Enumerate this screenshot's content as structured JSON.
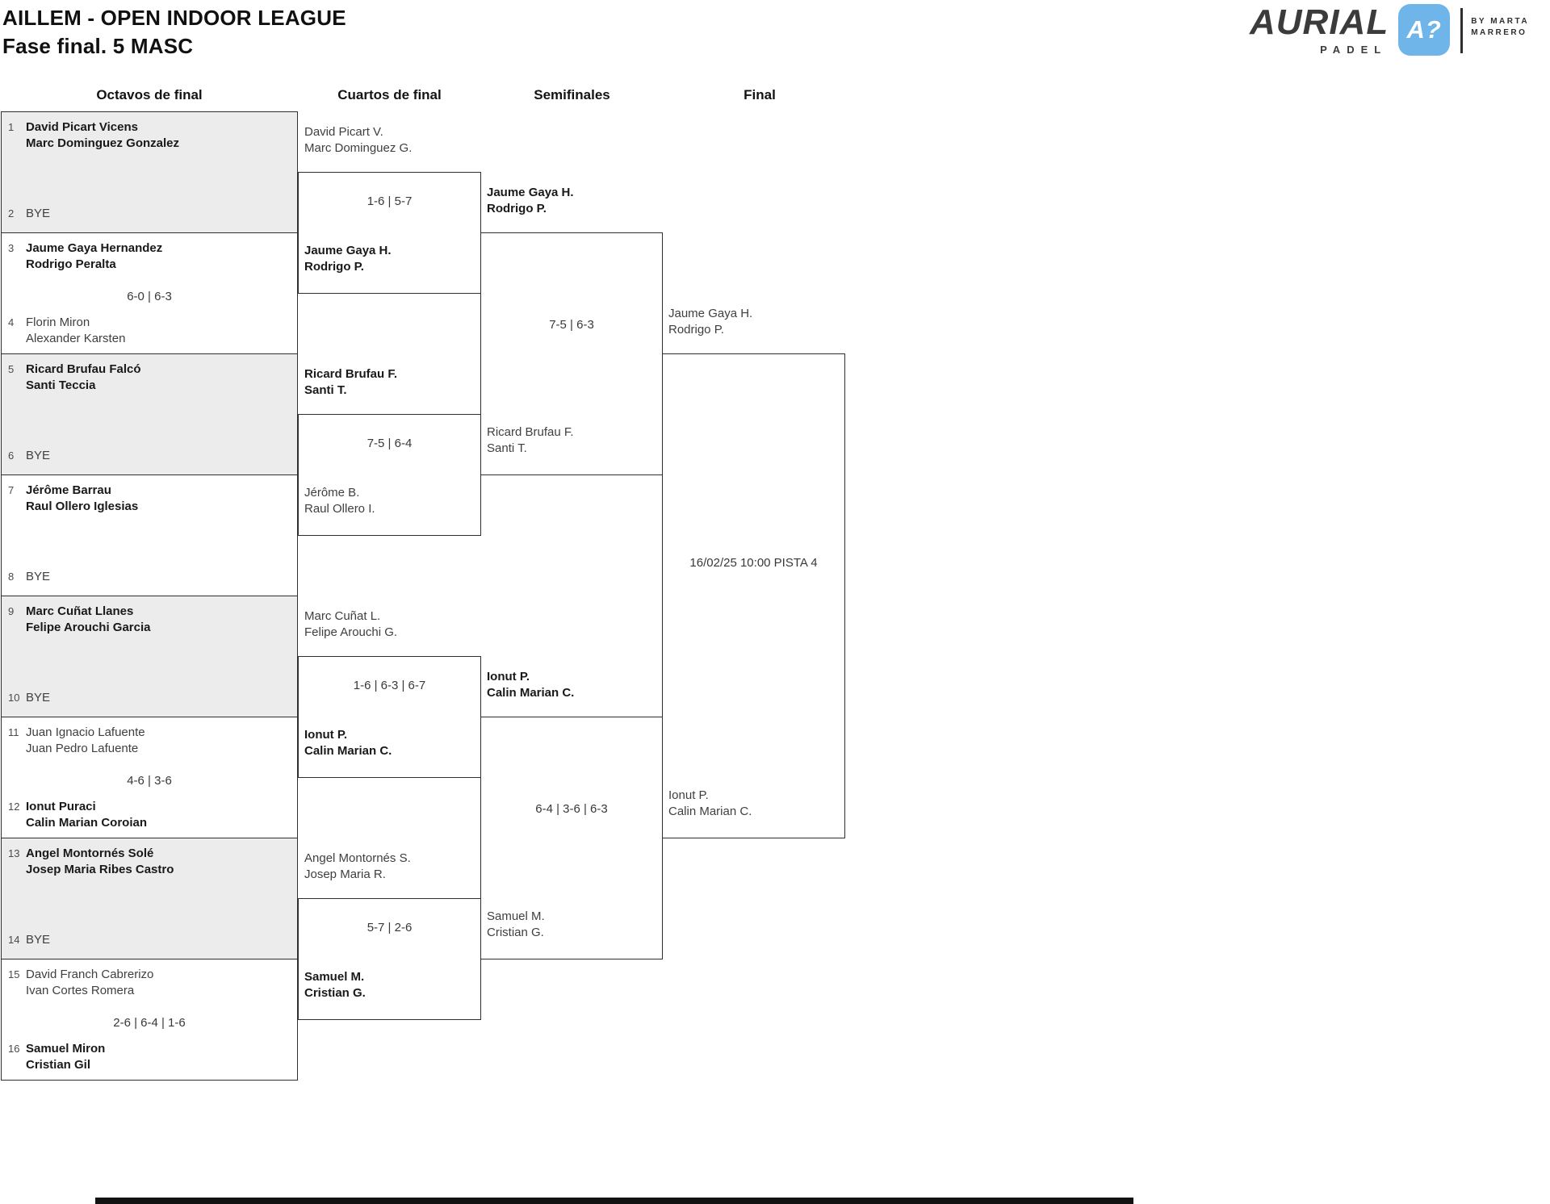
{
  "page": {
    "title": "AILLEM - OPEN INDOOR LEAGUE",
    "subtitle": "Fase final. 5 MASC"
  },
  "logo": {
    "brand": "AURIAL",
    "product": "PADEL",
    "monogram": "A?",
    "byline_top": "BY MARTA",
    "byline_bottom": "MARRERO",
    "accent": "#6FB5EA"
  },
  "round_headers": [
    "Octavos de final",
    "Cuartos de final",
    "Semifinales",
    "Final"
  ],
  "r16": [
    {
      "s1": "1",
      "t1a": "David Picart Vicens",
      "t1b": "Marc Dominguez Gonzalez",
      "s2": "2",
      "t2a": "BYE",
      "winner": "top"
    },
    {
      "s1": "3",
      "t1a": "Jaume Gaya Hernandez",
      "t1b": "Rodrigo Peralta",
      "score": "6-0 | 6-3",
      "s2": "4",
      "t2a": "Florin Miron",
      "t2b": "Alexander Karsten",
      "winner": "top"
    },
    {
      "s1": "5",
      "t1a": "Ricard Brufau Falcó",
      "t1b": "Santi Teccia",
      "s2": "6",
      "t2a": "BYE",
      "winner": "top"
    },
    {
      "s1": "7",
      "t1a": "Jérôme Barrau",
      "t1b": "Raul Ollero Iglesias",
      "s2": "8",
      "t2a": "BYE",
      "winner": "top"
    },
    {
      "s1": "9",
      "t1a": "Marc Cuñat Llanes",
      "t1b": "Felipe Arouchi Garcia",
      "s2": "10",
      "t2a": "BYE",
      "winner": "top"
    },
    {
      "s1": "11",
      "t1a": "Juan Ignacio Lafuente",
      "t1b": "Juan Pedro Lafuente",
      "score": "4-6 | 3-6",
      "s2": "12",
      "t2a": "Ionut Puraci",
      "t2b": "Calin Marian Coroian",
      "winner": "bottom"
    },
    {
      "s1": "13",
      "t1a": "Angel Montornés Solé",
      "t1b": "Josep Maria Ribes Castro",
      "s2": "14",
      "t2a": "BYE",
      "winner": "top"
    },
    {
      "s1": "15",
      "t1a": "David Franch Cabrerizo",
      "t1b": "Ivan Cortes Romera",
      "score": "2-6 | 6-4 | 1-6",
      "s2": "16",
      "t2a": "Samuel Miron",
      "t2b": "Cristian Gil",
      "winner": "bottom"
    }
  ],
  "qf": [
    {
      "top1": "David Picart V.",
      "top2": "Marc Dominguez G.",
      "score": "1-6 | 5-7",
      "bot1": "Jaume Gaya H.",
      "bot2": "Rodrigo P.",
      "winner": "bottom"
    },
    {
      "top1": "Ricard Brufau F.",
      "top2": "Santi T.",
      "score": "7-5 | 6-4",
      "bot1": "Jérôme B.",
      "bot2": "Raul Ollero I.",
      "winner": "top"
    },
    {
      "top1": "Marc Cuñat L.",
      "top2": "Felipe Arouchi G.",
      "score": "1-6 | 6-3 | 6-7",
      "bot1": "Ionut P.",
      "bot2": "Calin Marian C.",
      "winner": "bottom"
    },
    {
      "top1": "Angel Montornés S.",
      "top2": "Josep Maria R.",
      "score": "5-7 | 2-6",
      "bot1": "Samuel M.",
      "bot2": "Cristian G.",
      "winner": "bottom"
    }
  ],
  "sf": [
    {
      "top1": "Jaume Gaya H.",
      "top2": "Rodrigo P.",
      "score": "7-5 | 6-3",
      "bot1": "Ricard Brufau F.",
      "bot2": "Santi T.",
      "winner": "top"
    },
    {
      "top1": "Ionut P.",
      "top2": "Calin Marian C.",
      "score": "6-4 | 3-6 | 6-3",
      "bot1": "Samuel M.",
      "bot2": "Cristian G.",
      "winner": "top"
    }
  ],
  "final": {
    "top1": "Jaume Gaya H.",
    "top2": "Rodrigo P.",
    "info": "16/02/25 10:00 PISTA 4",
    "bot1": "Ionut P.",
    "bot2": "Calin Marian C."
  }
}
